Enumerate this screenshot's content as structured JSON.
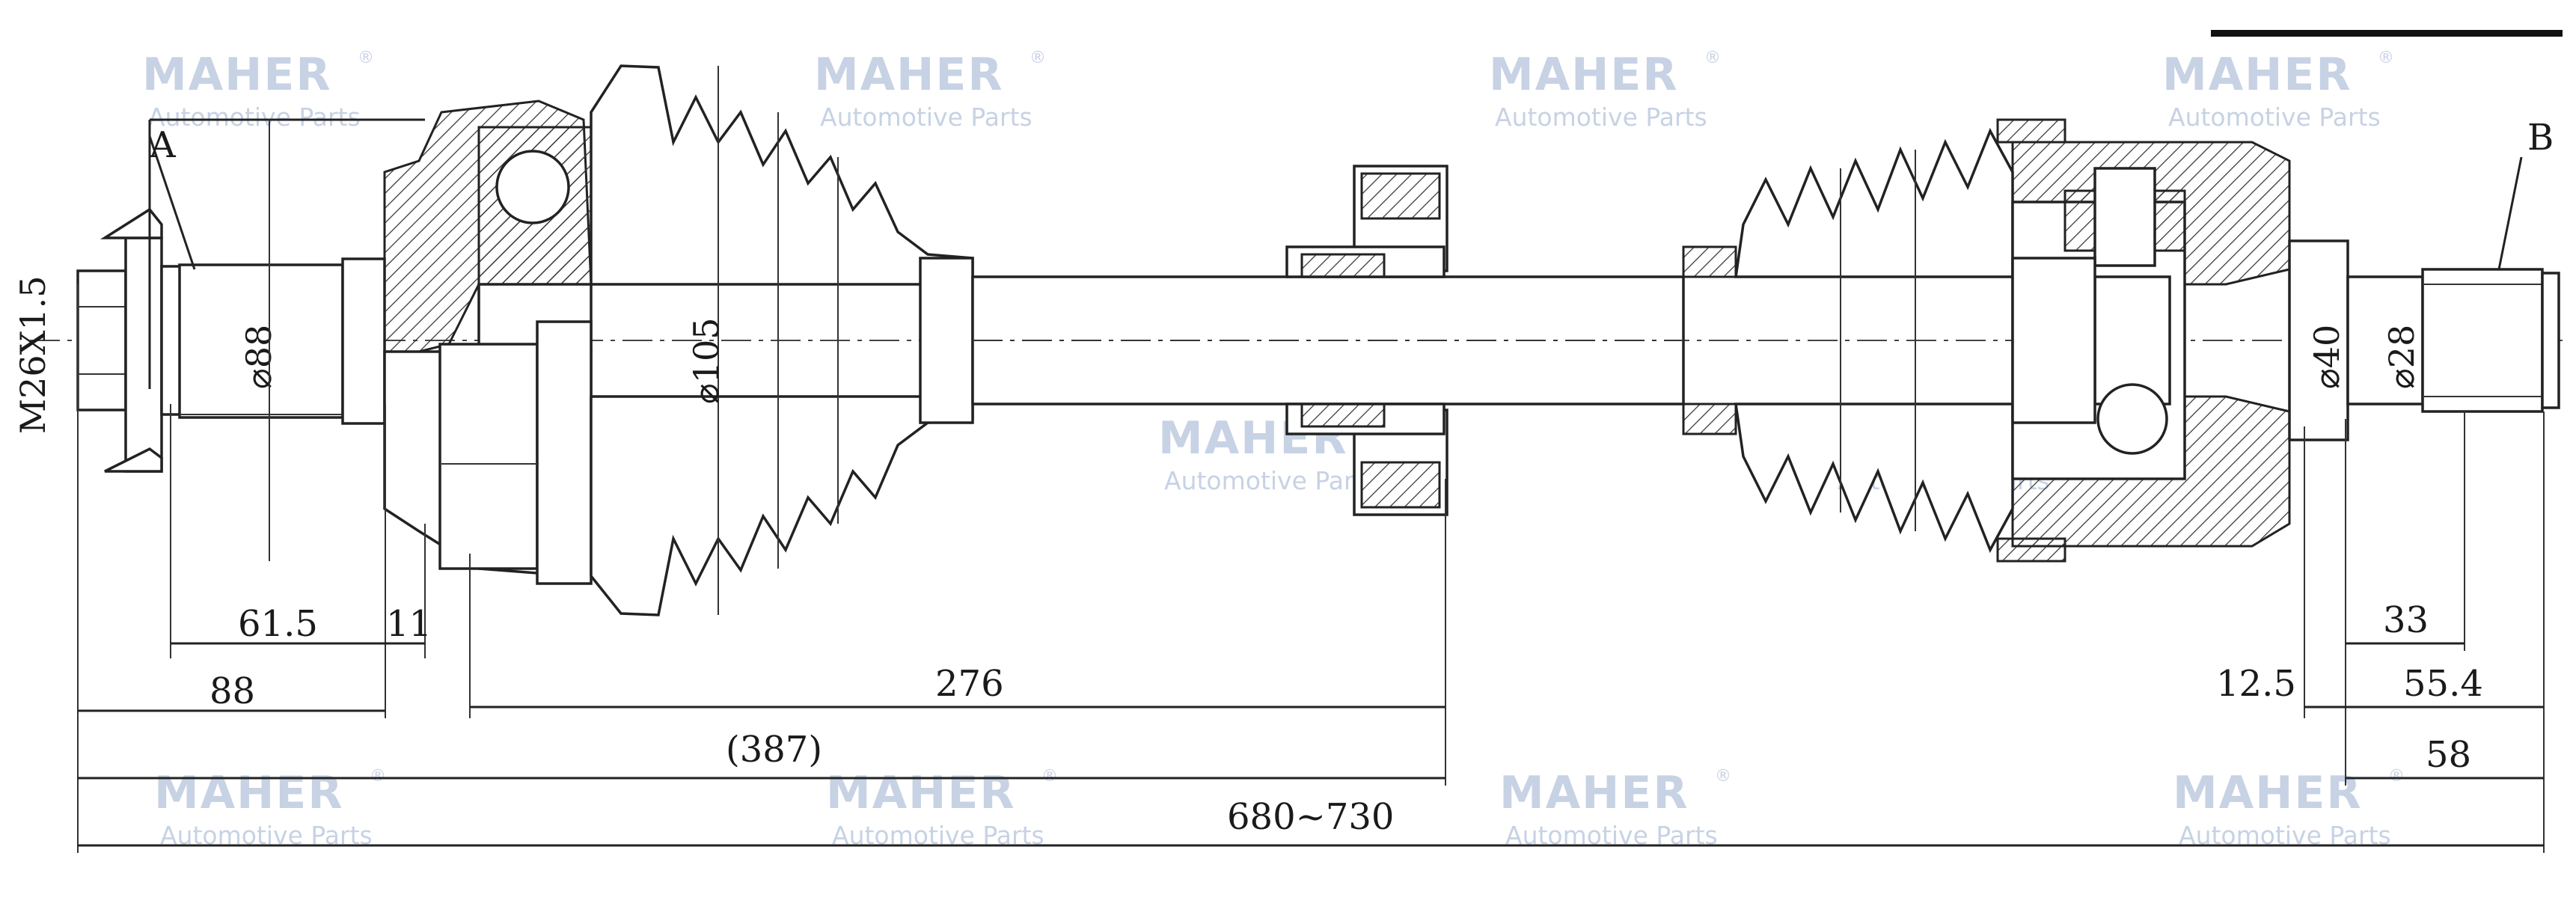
{
  "watermark": {
    "brand": "MAHER",
    "registered": "®",
    "tagline": "Automotive Parts"
  },
  "labels": {
    "end_a": "A",
    "end_b": "B",
    "thread": "M26X1.5"
  },
  "diameters": {
    "d88": "⌀88",
    "d105": "⌀105",
    "d40": "⌀40",
    "d28": "⌀28"
  },
  "dimensions": {
    "d61_5": "61.5",
    "d11": "11",
    "d88": "88",
    "d276": "276",
    "d387": "(387)",
    "d680_730": "680~730",
    "d33": "33",
    "d12_5": "12.5",
    "d55_4": "55.4",
    "d58": "58"
  },
  "colors": {
    "line": "#222222",
    "watermark": "#c7d2e4",
    "background": "#ffffff"
  }
}
